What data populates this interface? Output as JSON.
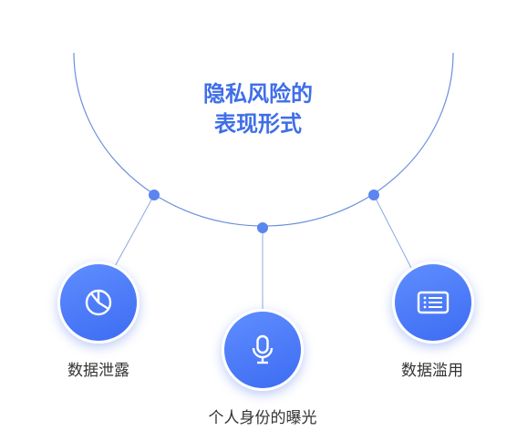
{
  "title": {
    "line1": "隐私风险的",
    "line2": "表现形式"
  },
  "nodes": [
    {
      "label": "数据泄露",
      "icon": "pie-chart-icon"
    },
    {
      "label": "个人身份的曝光",
      "icon": "microphone-icon"
    },
    {
      "label": "数据滥用",
      "icon": "list-card-icon"
    }
  ],
  "colors": {
    "accent": "#3f6ee8",
    "line": "#8fa8e0",
    "dot": "#5b85f0",
    "circle_top": "#5f8dff",
    "circle_bottom": "#3d6cf2",
    "label_text": "#333333"
  }
}
